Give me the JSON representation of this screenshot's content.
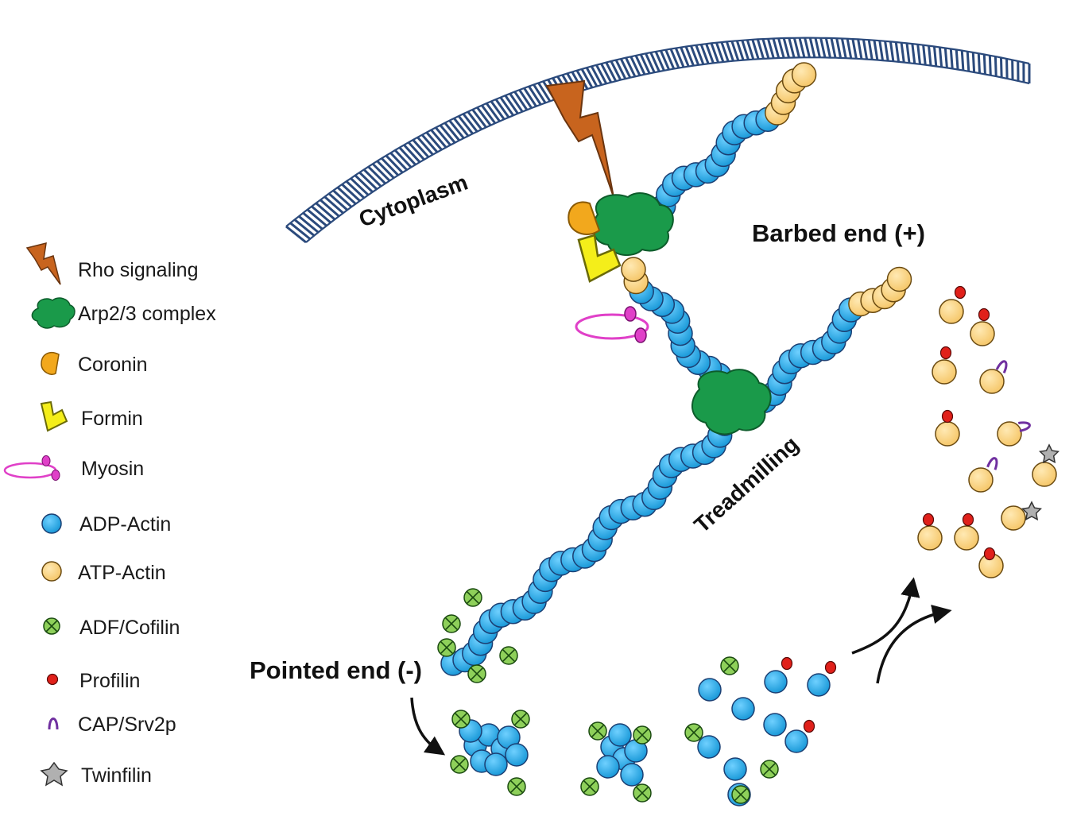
{
  "labels": {
    "cytoplasm": "Cytoplasm",
    "barbed_end": "Barbed end (+)",
    "pointed_end": "Pointed end (-)",
    "treadmilling": "Treadmilling"
  },
  "legend": [
    {
      "label": "Rho signaling",
      "icon": "lightning-icon"
    },
    {
      "label": "Arp2/3 complex",
      "icon": "arp23-complex-icon"
    },
    {
      "label": "Coronin",
      "icon": "coronin-icon"
    },
    {
      "label": "Formin",
      "icon": "formin-icon"
    },
    {
      "label": "Myosin",
      "icon": "myosin-icon"
    },
    {
      "label": "ADP-Actin",
      "icon": "adp-actin-icon"
    },
    {
      "label": "ATP-Actin",
      "icon": "atp-actin-icon"
    },
    {
      "label": "ADF/Cofilin",
      "icon": "cofilin-icon"
    },
    {
      "label": "Profilin",
      "icon": "profilin-icon"
    },
    {
      "label": "CAP/Srv2p",
      "icon": "cap-srv2p-icon"
    },
    {
      "label": "Twinfilin",
      "icon": "twinfilin-icon"
    }
  ],
  "colors": {
    "adp_actin": "#1aa3e0",
    "atp_actin": "#fbd27e",
    "arp23": "#1a9a4a",
    "coronin": "#f2a81d",
    "formin": "#f4ee1a",
    "myosin": "#e040c8",
    "cofilin": "#8ed05a",
    "profilin": "#e0201a",
    "cap": "#7030a0",
    "twinfilin": "#b0b0b0",
    "rho": "#c8641e",
    "membrane": "#2b4a7c"
  }
}
